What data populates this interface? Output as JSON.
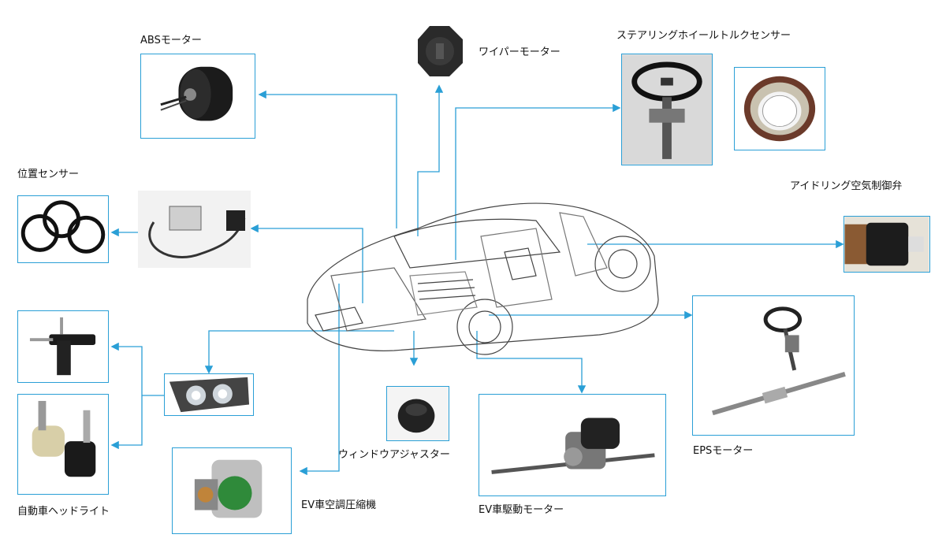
{
  "labels": {
    "abs_motor": "ABSモーター",
    "wiper_motor": "ワイパーモーター",
    "steering_torque_sensor": "ステアリングホイールトルクセンサー",
    "position_sensor": "位置センサー",
    "idle_air_control_valve": "アイドリング空気制御弁",
    "eps_motor": "EPSモーター",
    "auto_headlight": "自動車ヘッドライト",
    "window_adjuster": "ウィンドウアジャスター",
    "ev_ac_compressor": "EV車空調圧縮機",
    "ev_drive_motor": "EV車駆動モーター"
  },
  "colors": {
    "accent": "#2a9fd6",
    "text": "#111111"
  },
  "icons": {
    "car": "car-cutaway-icon",
    "motor": "motor-icon"
  }
}
